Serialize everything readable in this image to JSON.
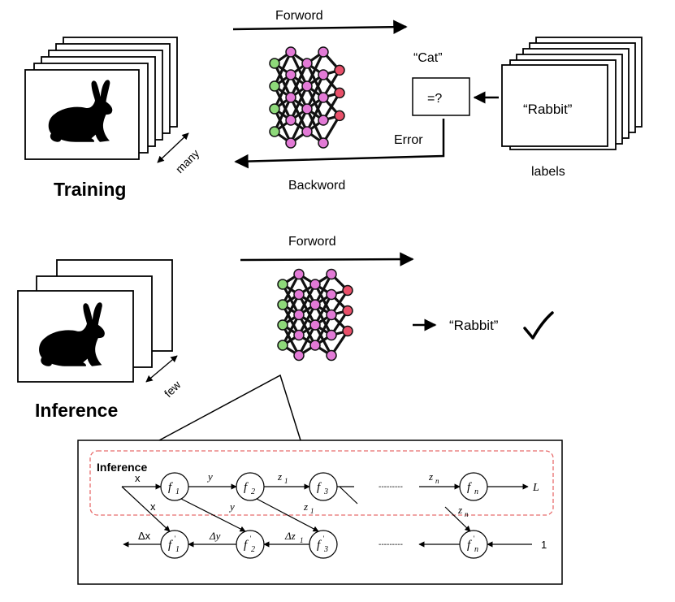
{
  "training": {
    "title": "Training",
    "forward_label": "Forword",
    "backward_label": "Backword",
    "many_label": "many",
    "error_label": "Error",
    "cat_label": "“Cat”",
    "compare_label": "=?",
    "rabbit_label": "“Rabbit”",
    "labels_label": "labels"
  },
  "inference": {
    "title": "Inference",
    "forward_label": "Forword",
    "few_label": "few",
    "result_label": "“Rabbit”",
    "checkmark_icon": "checkmark-icon"
  },
  "detail": {
    "inference_label": "Inference",
    "forward_nodes": [
      {
        "main": "f",
        "sub": "1"
      },
      {
        "main": "f",
        "sub": "2"
      },
      {
        "main": "f",
        "sub": "3"
      },
      {
        "main": "f",
        "sub": "n"
      }
    ],
    "backward_nodes": [
      {
        "main": "f",
        "sub": "1"
      },
      {
        "main": "f",
        "sub": "2"
      },
      {
        "main": "f",
        "sub": "3"
      },
      {
        "main": "f",
        "sub": "n"
      }
    ],
    "forward_edge_labels": [
      "x",
      "y",
      "z",
      "z"
    ],
    "forward_edge_subs": [
      "",
      "",
      "1",
      "n"
    ],
    "dots": "---------",
    "output_label": "L",
    "diag_labels": [
      "x",
      "y",
      "z",
      "z"
    ],
    "diag_subs": [
      "",
      "",
      "1",
      "n"
    ],
    "backward_edge_labels": [
      "Δx",
      "Δy",
      "Δz"
    ],
    "backward_edge_subs": [
      "",
      "",
      "1"
    ],
    "backward_input_label": "1"
  },
  "colors": {
    "node_green": "#8ed97a",
    "node_pink": "#e27ad6",
    "node_red": "#e8506a",
    "dashed_box": "#e86c6c"
  }
}
